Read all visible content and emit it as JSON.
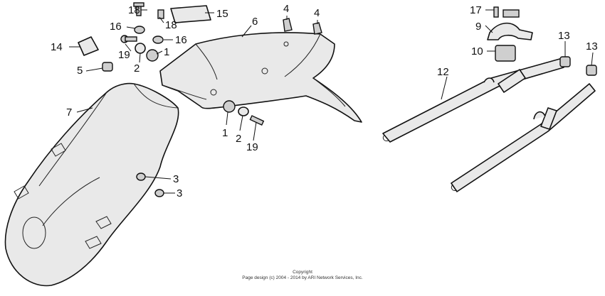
{
  "diagram": {
    "callouts": {
      "c1a": "1",
      "c1b": "1",
      "c2a": "2",
      "c2b": "2",
      "c3a": "3",
      "c3b": "3",
      "c4a": "4",
      "c4b": "4",
      "c5": "5",
      "c6": "6",
      "c7": "7",
      "c9": "9",
      "c10": "10",
      "c12": "12",
      "c13a": "13",
      "c13b": "13",
      "c14": "14",
      "c15": "15",
      "c16a": "16",
      "c16b": "16",
      "c17": "17",
      "c18a": "18",
      "c18b": "18",
      "c19a": "19",
      "c19b": "19"
    }
  },
  "footer": {
    "line1": "Copyright",
    "line2": "Page design (c) 2004 - 2014 by ARI Network Services, Inc."
  }
}
